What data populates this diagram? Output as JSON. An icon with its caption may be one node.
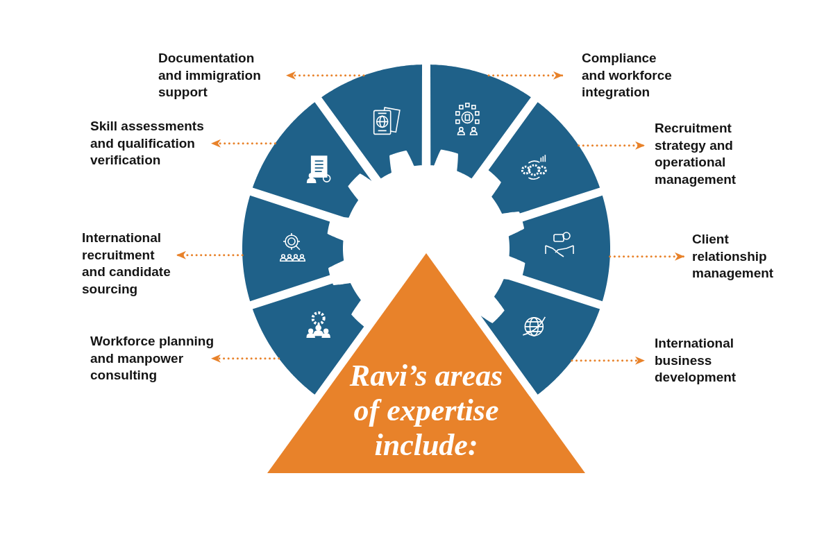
{
  "diagram": {
    "nodes": [
      {
        "text": [
          "Documentation and immigration support"
        ]
      },
      {
        "text": [
          "Compliance and workforce integration"
        ]
      },
      {
        "text": [
          "Skill assessments and qualification verification"
        ]
      },
      {
        "text": [
          "Recruitment strategy and operational management"
        ]
      },
      {
        "text": [
          "International recruitment and candidate sourcing"
        ]
      },
      {
        "text": [
          "Client relationship management"
        ]
      },
      {
        "text": [
          "Workforce planning and manpower consulting"
        ]
      },
      {
        "text": [
          "International business development"
        ]
      },
      {
        "text": [
          "Ravi’s areas of expertise include:"
        ]
      },
      {
        "text": [],
        "shape": "segment"
      },
      {
        "text": [],
        "shape": "segment"
      },
      {
        "text": [],
        "shape": "segment"
      },
      {
        "text": [],
        "shape": "segment"
      },
      {
        "text": [],
        "shape": "segment"
      },
      {
        "text": [],
        "shape": "segment"
      },
      {
        "text": [],
        "shape": "segment"
      },
      {
        "text": [],
        "shape": "segment"
      }
    ],
    "edges": [
      {
        "from": 9,
        "to": 0,
        "arrow": "to",
        "style": "dashed",
        "color": "#e8822a"
      },
      {
        "from": 10,
        "to": 1,
        "arrow": "to",
        "style": "dashed",
        "color": "#e8822a"
      },
      {
        "from": 11,
        "to": 2,
        "arrow": "to",
        "style": "dashed",
        "color": "#e8822a"
      },
      {
        "from": 12,
        "to": 3,
        "arrow": "to",
        "style": "dashed",
        "color": "#e8822a"
      },
      {
        "from": 13,
        "to": 4,
        "arrow": "to",
        "style": "dashed",
        "color": "#e8822a"
      },
      {
        "from": 14,
        "to": 5,
        "arrow": "to",
        "style": "dashed",
        "color": "#e8822a"
      },
      {
        "from": 15,
        "to": 6,
        "arrow": "to",
        "style": "dashed",
        "color": "#e8822a"
      },
      {
        "from": 16,
        "to": 7,
        "arrow": "to",
        "style": "dashed",
        "color": "#e8822a"
      }
    ]
  }
}
